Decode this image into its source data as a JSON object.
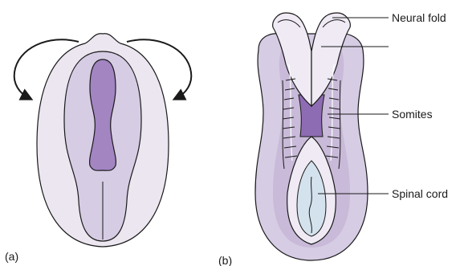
{
  "panels": [
    {
      "id": "a",
      "label": "(a)"
    },
    {
      "id": "b",
      "label": "(b)"
    }
  ],
  "labels": {
    "neural_fold": "Neural fold",
    "somites": "Somites",
    "spinal_cord": "Spinal cord"
  },
  "colors": {
    "outer_light": "#ece6f0",
    "outer_mid": "#cfc3dd",
    "plate_mid": "#d6cce4",
    "neural_dark": "#a385c2",
    "fold_light": "#efeaf4",
    "cord_blue": "#d4e2ee",
    "stroke": "#1a1a1a"
  }
}
